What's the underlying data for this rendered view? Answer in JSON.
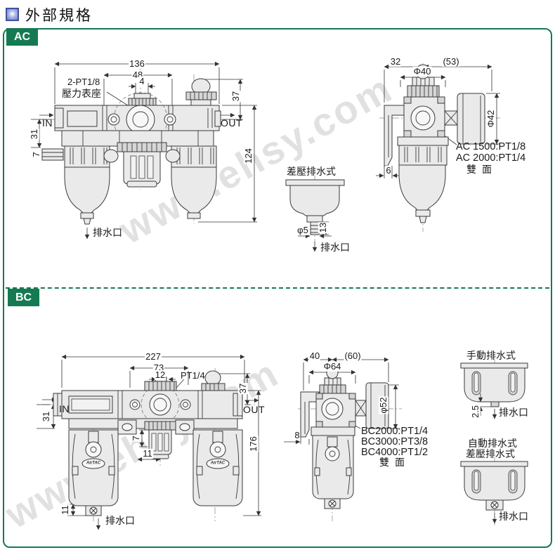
{
  "theme": {
    "accent_green": "#157a52",
    "watermark_color": "#c9c9c9",
    "line_color": "#3a3a3a"
  },
  "page": {
    "title": "外部規格",
    "watermark": "www.ehsy.com"
  },
  "ac": {
    "label": "AC",
    "front": {
      "dim_136": "136",
      "dim_48": "48",
      "dim_4": "4",
      "gauge_note1": "2-PT1/8",
      "gauge_note2": "壓力表座",
      "in_label": "IN",
      "out_label": "OUT",
      "dim_37": "37",
      "dim_31": "31",
      "dim_7": "7",
      "dim_124": "124",
      "drain_label": "排水口"
    },
    "inset": {
      "title": "差壓排水式",
      "dim_dia": "φ5",
      "dim_13": "13",
      "drain_label": "排水口"
    },
    "side": {
      "dim_32": "32",
      "dim_53": "(53)",
      "dim_d40": "Φ40",
      "dim_d42": "Φ42",
      "dim_6": "6",
      "port1": "AC 1500:PT1/8",
      "port2": "AC 2000:PT1/4",
      "both_sides": "雙面"
    }
  },
  "bc": {
    "label": "BC",
    "front": {
      "dim_227": "227",
      "dim_73": "73",
      "dim_12": "12",
      "port": "PT1/4",
      "in_label": "IN",
      "out_label": "OUT",
      "dim_37": "37",
      "dim_31": "31",
      "dim_7": "7",
      "dim_11a": "11",
      "dim_176": "176",
      "dim_11b": "11",
      "drain_label": "排水口",
      "logo": "AirTAC"
    },
    "side": {
      "dim_40": "40",
      "dim_60": "(60)",
      "dim_d64": "Φ64",
      "dim_d52": "φ52",
      "dim_8": "8",
      "port1": "BC2000:PT1/4",
      "port2": "BC3000:PT3/8",
      "port3": "BC4000:PT1/2",
      "both_sides": "雙面"
    },
    "manual_inset": {
      "title": "手動排水式",
      "dim_25": "2.5",
      "drain_label": "排水口"
    },
    "auto_inset": {
      "title1": "自動排水式",
      "title2": "差壓排水式",
      "drain_label": "排水口"
    }
  }
}
